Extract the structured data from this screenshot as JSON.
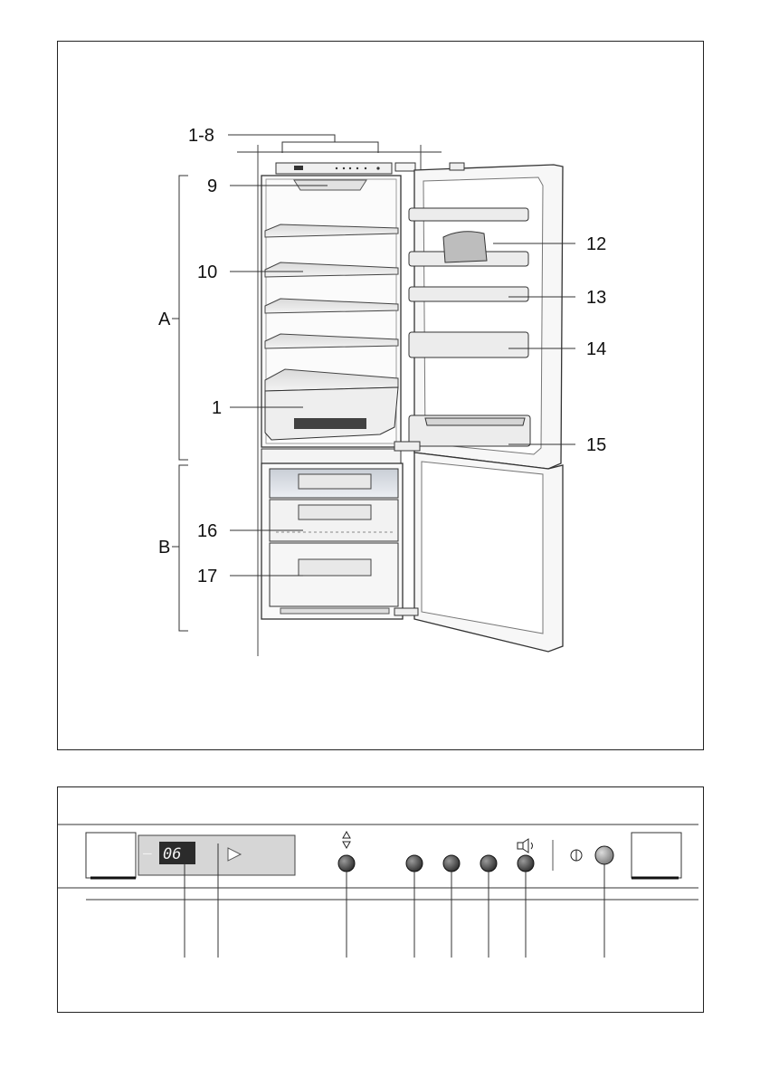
{
  "fridge_diagram": {
    "callouts": {
      "c1_8": "1-8",
      "c9": "9",
      "c10": "10",
      "c1": "1",
      "c12": "12",
      "c13": "13",
      "c14": "14",
      "c15": "15",
      "c16": "16",
      "c17": "17"
    },
    "zones": {
      "a": "A",
      "b": "B"
    }
  },
  "control_panel": {
    "display": {
      "minus": "–",
      "value": "06"
    },
    "symbols": {
      "up_down": "◇",
      "alarm_off": "□◁)",
      "power": "⏀"
    },
    "button_color": "#3a3a3a",
    "power_button_color": "#8a8a8a"
  }
}
